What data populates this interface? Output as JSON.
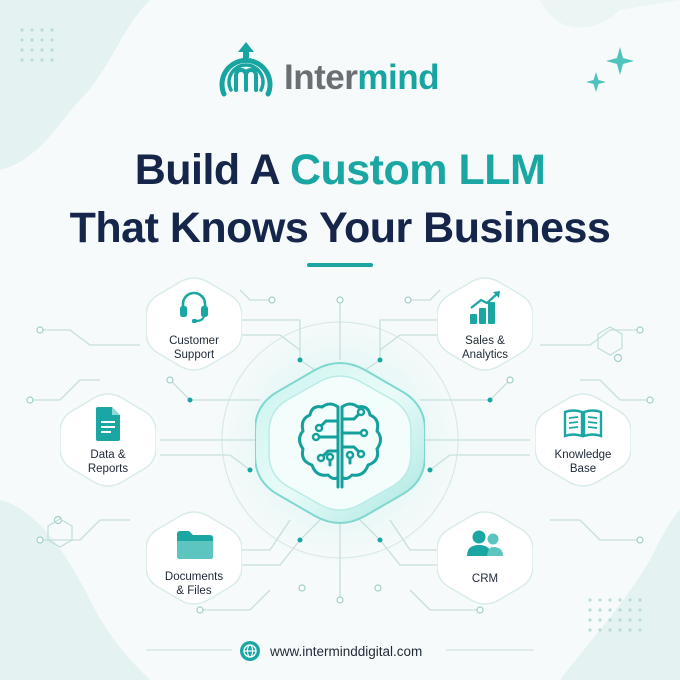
{
  "brand": {
    "logo_icon": "intermind-logo-icon",
    "name_part1": "Inter",
    "name_part2": "mind"
  },
  "headline": {
    "line1_prefix": "Build A ",
    "line1_accent": "Custom LLM",
    "line2": "That Knows Your Business"
  },
  "center": {
    "icon": "brain-circuit-icon"
  },
  "nodes": [
    {
      "key": "customer-support",
      "icon": "headset-icon",
      "line1": "Customer",
      "line2": "Support"
    },
    {
      "key": "sales-analytics",
      "icon": "bar-chart-icon",
      "line1": "Sales &",
      "line2": "Analytics"
    },
    {
      "key": "data-reports",
      "icon": "document-icon",
      "line1": "Data &",
      "line2": "Reports"
    },
    {
      "key": "knowledge-base",
      "icon": "book-icon",
      "line1": "Knowledge",
      "line2": "Base"
    },
    {
      "key": "documents-files",
      "icon": "folder-icon",
      "line1": "Documents",
      "line2": "& Files"
    },
    {
      "key": "crm",
      "icon": "users-icon",
      "line1": "CRM",
      "line2": ""
    }
  ],
  "footer": {
    "icon": "globe-icon",
    "url": "www.interminddigital.com"
  },
  "colors": {
    "teal": "#1aa7a3",
    "navy": "#15264a",
    "grey": "#6b6f74"
  }
}
